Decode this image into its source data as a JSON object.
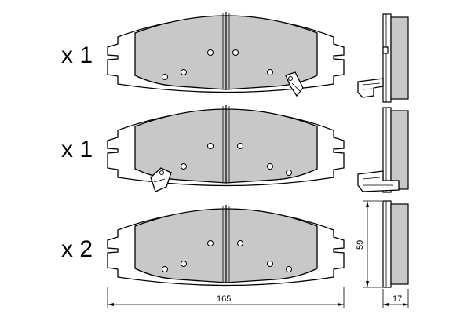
{
  "quantities": [
    "x 1",
    "x 1",
    "x 2"
  ],
  "dimensions": {
    "width": "165",
    "height": "59",
    "thickness": "17"
  },
  "colors": {
    "pad_fill": "#c8c8c8",
    "line": "#000000",
    "background": "#ffffff"
  }
}
